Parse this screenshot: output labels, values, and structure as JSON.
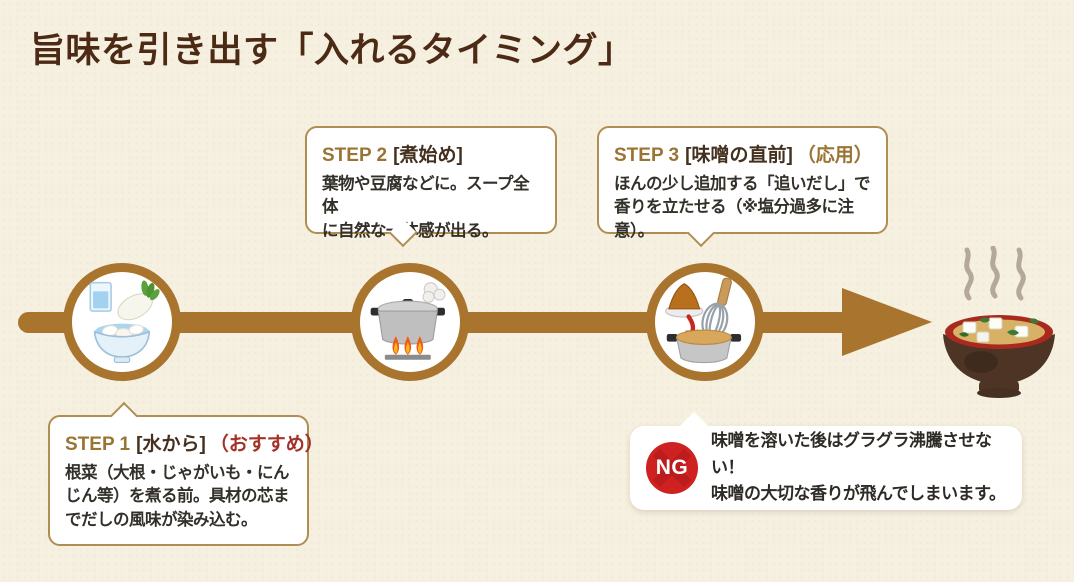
{
  "title": "旨味を引き出す「入れるタイミング」",
  "steps": [
    {
      "label": "STEP 1",
      "tag": "[水から]",
      "note": "（おすすめ）",
      "body": [
        "根菜（大根・じゃがいも・にん",
        "じん等）を煮る前。具材の芯ま",
        "でだしの風味が染み込む。"
      ],
      "icon": "raw-vegetables-in-water-icon"
    },
    {
      "label": "STEP 2",
      "tag": "[煮始め]",
      "note": "",
      "body": [
        "葉物や豆腐などに。スープ全体",
        "に自然な一体感が出る。"
      ],
      "icon": "boiling-pot-icon"
    },
    {
      "label": "STEP 3",
      "tag": "[味噌の直前]",
      "note": "（応用）",
      "body": [
        "ほんの少し追加する「追いだし」で",
        "香りを立たせる（※塩分過多に注意）。"
      ],
      "icon": "adding-miso-to-pot-icon"
    }
  ],
  "warning": {
    "badge": "NG",
    "lines": [
      "味噌を溶いた後はグラグラ沸騰させない！",
      "味噌の大切な香りが飛んでしまいます。"
    ]
  },
  "icons": {
    "end_of_timeline": "miso-soup-bowl-icon",
    "timeline": "right-arrow-timeline"
  },
  "colors": {
    "background": "#f6f0e0",
    "title_text": "#4c2a15",
    "timeline_brown": "#a8742e",
    "bubble_border": "#b08d52",
    "step_label_gold": "#9a7433",
    "heading_dark": "#43301e",
    "note_red": "#a23128",
    "body_text": "#33302a",
    "ng_red": "#ce2121"
  }
}
